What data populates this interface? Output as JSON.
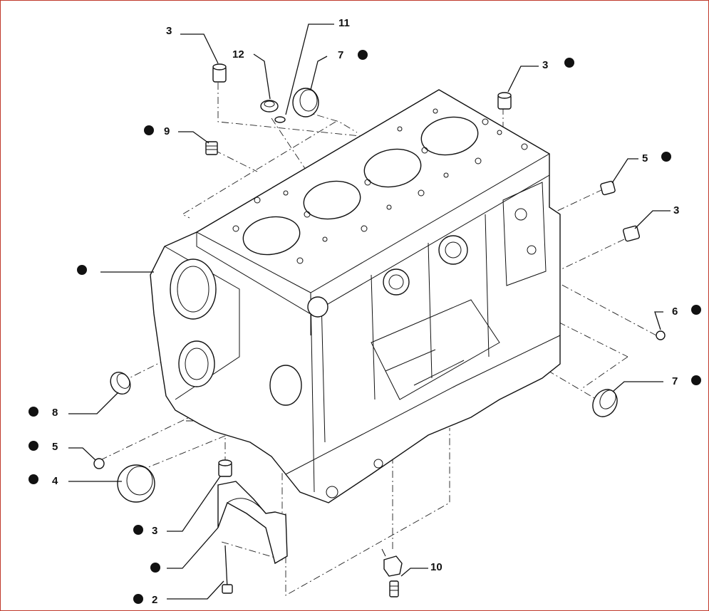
{
  "callouts": [
    {
      "id": "c3a",
      "number": "3",
      "dot": false
    },
    {
      "id": "c12",
      "number": "12",
      "dot": false
    },
    {
      "id": "c11",
      "number": "11",
      "dot": false
    },
    {
      "id": "c7a",
      "number": "7",
      "dot": true
    },
    {
      "id": "c3b",
      "number": "3",
      "dot": true
    },
    {
      "id": "c9",
      "number": "9",
      "dot": true
    },
    {
      "id": "c5a",
      "number": "5",
      "dot": true
    },
    {
      "id": "c3c",
      "number": "3",
      "dot": false
    },
    {
      "id": "cblock",
      "number": "",
      "dot": true
    },
    {
      "id": "c6",
      "number": "6",
      "dot": true
    },
    {
      "id": "c7b",
      "number": "7",
      "dot": true
    },
    {
      "id": "c8",
      "number": "8",
      "dot": true
    },
    {
      "id": "c5b",
      "number": "5",
      "dot": true
    },
    {
      "id": "c4",
      "number": "4",
      "dot": true
    },
    {
      "id": "c3d",
      "number": "3",
      "dot": true
    },
    {
      "id": "ccap",
      "number": "",
      "dot": true
    },
    {
      "id": "c2",
      "number": "2",
      "dot": true
    },
    {
      "id": "c10",
      "number": "10",
      "dot": false
    }
  ]
}
